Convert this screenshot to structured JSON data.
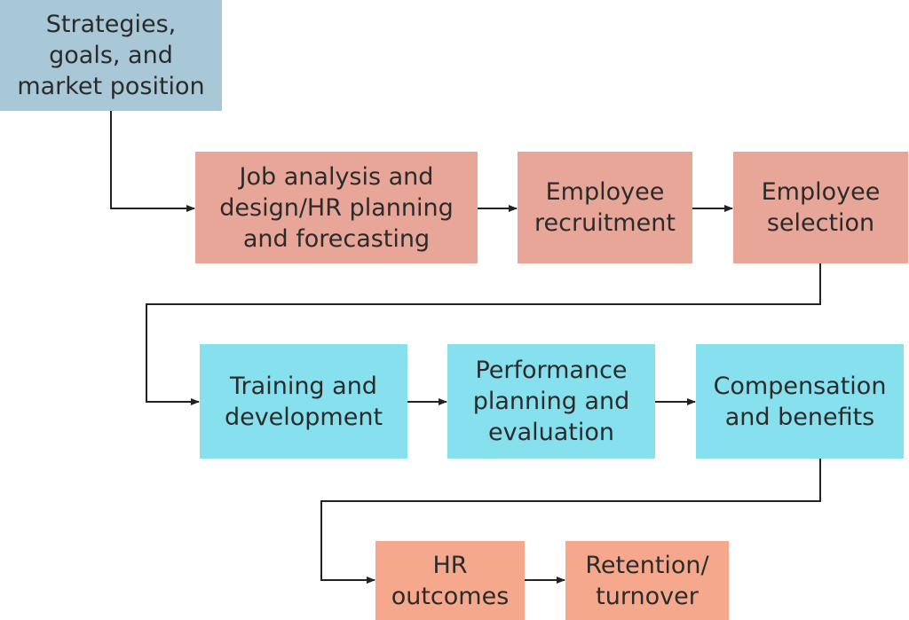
{
  "colors": {
    "strategy": "#a8c8d8",
    "staffing": "#e8a698",
    "development": "#86e0ee",
    "outcomes": "#f5a88c",
    "connector": "#222222"
  },
  "nodes": {
    "strategies": {
      "label": "Strategies,\ngoals, and\nmarket position"
    },
    "job_analysis": {
      "label": "Job analysis and\ndesign/HR planning\nand forecasting"
    },
    "recruitment": {
      "label": "Employee\nrecruitment"
    },
    "selection": {
      "label": "Employee\nselection"
    },
    "training": {
      "label": "Training and\ndevelopment"
    },
    "performance": {
      "label": "Performance\nplanning and\nevaluation"
    },
    "compensation": {
      "label": "Compensation\nand benefits"
    },
    "hr_outcomes": {
      "label": "HR\noutcomes"
    },
    "retention": {
      "label": "Retention/\nturnover"
    }
  },
  "edges": [
    {
      "from": "strategies",
      "to": "job_analysis"
    },
    {
      "from": "job_analysis",
      "to": "recruitment"
    },
    {
      "from": "recruitment",
      "to": "selection"
    },
    {
      "from": "selection",
      "to": "training"
    },
    {
      "from": "training",
      "to": "performance"
    },
    {
      "from": "performance",
      "to": "compensation"
    },
    {
      "from": "compensation",
      "to": "hr_outcomes"
    },
    {
      "from": "hr_outcomes",
      "to": "retention"
    }
  ]
}
